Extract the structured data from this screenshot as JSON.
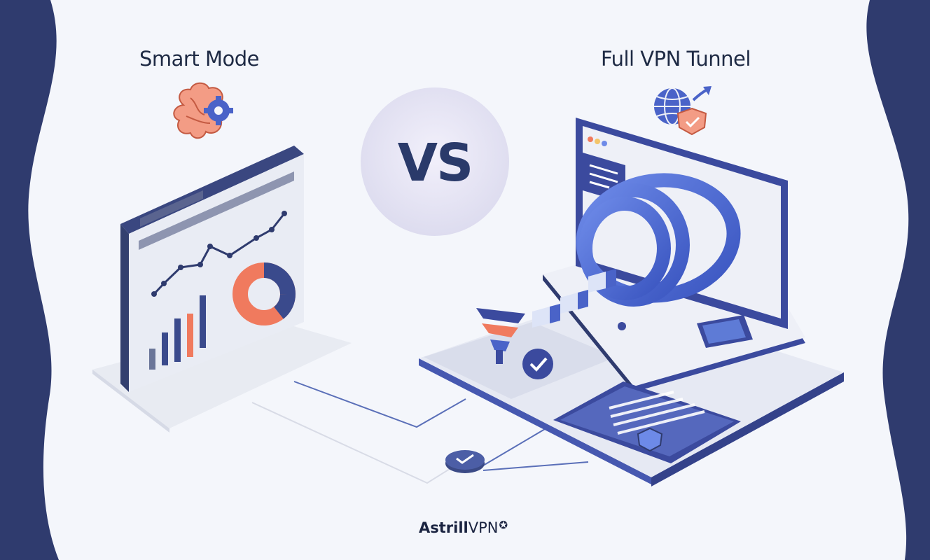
{
  "header": {
    "left_title": "Smart Mode",
    "right_title": "Full VPN Tunnel",
    "vs_label": "VS"
  },
  "icons": {
    "left": "brain-gear-icon",
    "right": "globe-shield-icon"
  },
  "illustration": {
    "left": "analytics-dashboard-screen",
    "right": "vpn-tunnel-monitor"
  },
  "brand": {
    "name_bold": "Astrill",
    "name_regular": "VPN",
    "mark": "✪"
  },
  "colors": {
    "navy": "#2f3b6e",
    "blue": "#4a63c8",
    "coral": "#f07a5e",
    "background": "#f4f6fb"
  }
}
